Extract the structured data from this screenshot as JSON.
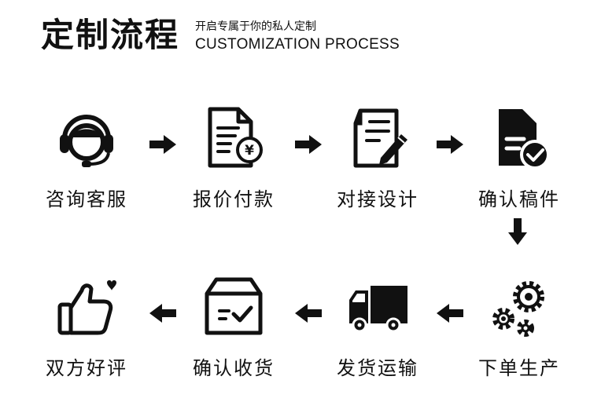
{
  "header": {
    "title": "定制流程",
    "subtitle_cn": "开启专属于你的私人定制",
    "subtitle_en": "CUSTOMIZATION PROCESS"
  },
  "steps": [
    {
      "label": "咨询客服",
      "icon": "customer-service-headset-icon"
    },
    {
      "label": "报价付款",
      "icon": "quote-document-yen-icon"
    },
    {
      "label": "对接设计",
      "icon": "design-document-pen-icon"
    },
    {
      "label": "确认稿件",
      "icon": "draft-document-check-icon"
    },
    {
      "label": "下单生产",
      "icon": "gears-icon"
    },
    {
      "label": "发货运输",
      "icon": "delivery-truck-icon"
    },
    {
      "label": "确认收货",
      "icon": "package-box-check-icon"
    },
    {
      "label": "双方好评",
      "icon": "thumbs-up-heart-icon"
    }
  ],
  "colors": {
    "ink": "#111111",
    "background": "#ffffff"
  }
}
